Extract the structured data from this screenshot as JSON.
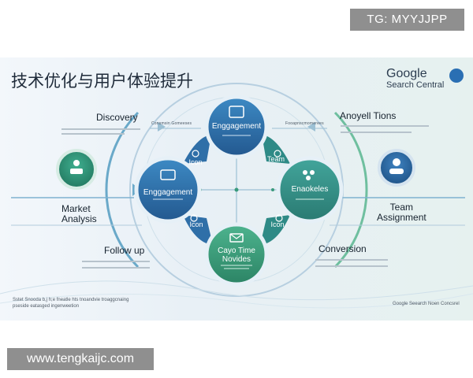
{
  "watermarks": {
    "top": "TG: MYYJJPP",
    "bottom": "www.tengkaijc.com"
  },
  "title": "技术优化与用户体验提升",
  "logo": {
    "line1": "Google",
    "line2": "Search Central"
  },
  "nodes": {
    "top": "Enggagement",
    "left": "Enggagement",
    "right": "Enaokeles",
    "bottom": {
      "line1": "Cayo Time",
      "line2": "Novides"
    }
  },
  "petals": {
    "top_left": "Icon",
    "top_right": "Team",
    "bottom_left": "Icon",
    "bottom_right": "Icon"
  },
  "labels": {
    "discovery": "Discovery",
    "market": {
      "line1": "Market",
      "line2": "Analysis"
    },
    "follow_up": "Follow up",
    "anoyell": "Anoyell Tions",
    "team": {
      "line1": "Team",
      "line2": "Assignment"
    },
    "conversion": "Conversion"
  },
  "tags": {
    "top_left": "Consmsin  Gomeeses",
    "top_right": "Fooapnscmomerees"
  },
  "footer": {
    "left": {
      "line1": "Sstet Snooda b,j  h;e  fneatle  hts tnoandvie  troaggcnaing",
      "line2": "pseside  eatasged  ingenweetion"
    },
    "right": "Google  Seearch  Noen  Concsrel"
  },
  "colors": {
    "blue": "#2f6fa8",
    "green": "#3a9a7c",
    "teal": "#2e8a86",
    "accent": "#7ab8d8"
  }
}
